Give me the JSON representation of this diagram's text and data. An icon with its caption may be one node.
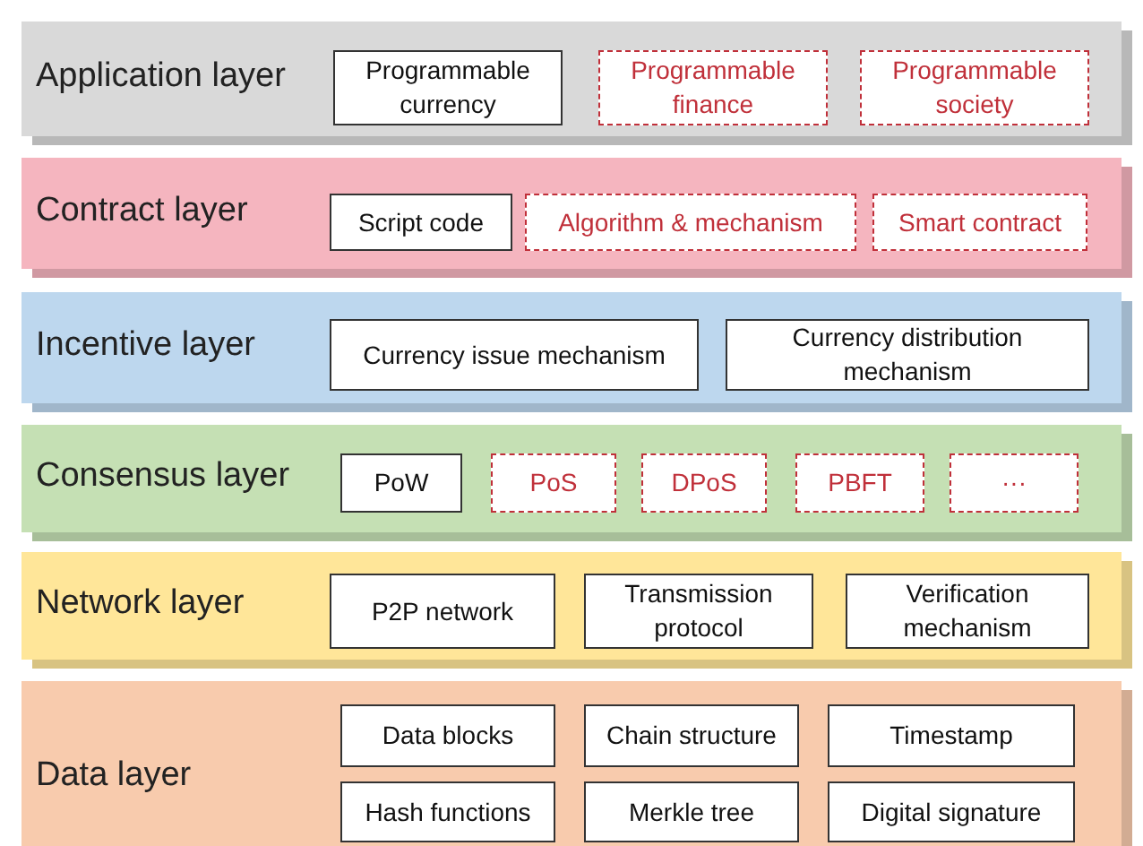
{
  "diagram": {
    "nodes": [
      {
        "text": [
          "Application layer"
        ]
      },
      {
        "text": [
          "Programmable currency"
        ],
        "in": 0
      },
      {
        "text": [
          "Programmable finance"
        ],
        "in": 0
      },
      {
        "text": [
          "Programmable society"
        ],
        "in": 0
      },
      {
        "text": [
          "Contract layer"
        ]
      },
      {
        "text": [
          "Script code"
        ],
        "in": 4
      },
      {
        "text": [
          "Algorithm & mechanism"
        ],
        "in": 4
      },
      {
        "text": [
          "Smart contract"
        ],
        "in": 4
      },
      {
        "text": [
          "Incentive layer"
        ]
      },
      {
        "text": [
          "Currency issue mechanism"
        ],
        "in": 8
      },
      {
        "text": [
          "Currency distribution mechanism"
        ],
        "in": 8
      },
      {
        "text": [
          "Consensus layer"
        ]
      },
      {
        "text": [
          "PoW"
        ],
        "in": 11
      },
      {
        "text": [
          "PoS"
        ],
        "in": 11
      },
      {
        "text": [
          "DPoS"
        ],
        "in": 11
      },
      {
        "text": [
          "PBFT"
        ],
        "in": 11
      },
      {
        "text": [
          "···"
        ],
        "in": 11
      },
      {
        "text": [
          "Network layer"
        ]
      },
      {
        "text": [
          "P2P network"
        ],
        "in": 17
      },
      {
        "text": [
          "Transmission protocol"
        ],
        "in": 17
      },
      {
        "text": [
          "Verification mechanism"
        ],
        "in": 17
      },
      {
        "text": [
          "Data layer"
        ]
      },
      {
        "text": [
          "Data blocks"
        ],
        "in": 21
      },
      {
        "text": [
          "Chain structure"
        ],
        "in": 21
      },
      {
        "text": [
          "Timestamp"
        ],
        "in": 21
      },
      {
        "text": [
          "Hash functions"
        ],
        "in": 21
      },
      {
        "text": [
          "Merkle tree"
        ],
        "in": 21
      },
      {
        "text": [
          "Digital signature"
        ],
        "in": 21
      }
    ]
  }
}
